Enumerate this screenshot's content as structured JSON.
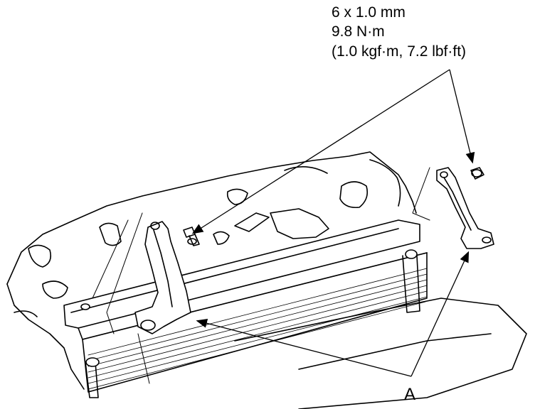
{
  "torque_spec": {
    "bolt_size": "6 x 1.0 mm",
    "torque_nm": "9.8 N·m",
    "torque_alt": "(1.0 kgf·m, 7.2 lbf·ft)"
  },
  "callouts": {
    "bracket_label": "A"
  },
  "colors": {
    "line": "#000000",
    "fill": "#ffffff"
  }
}
